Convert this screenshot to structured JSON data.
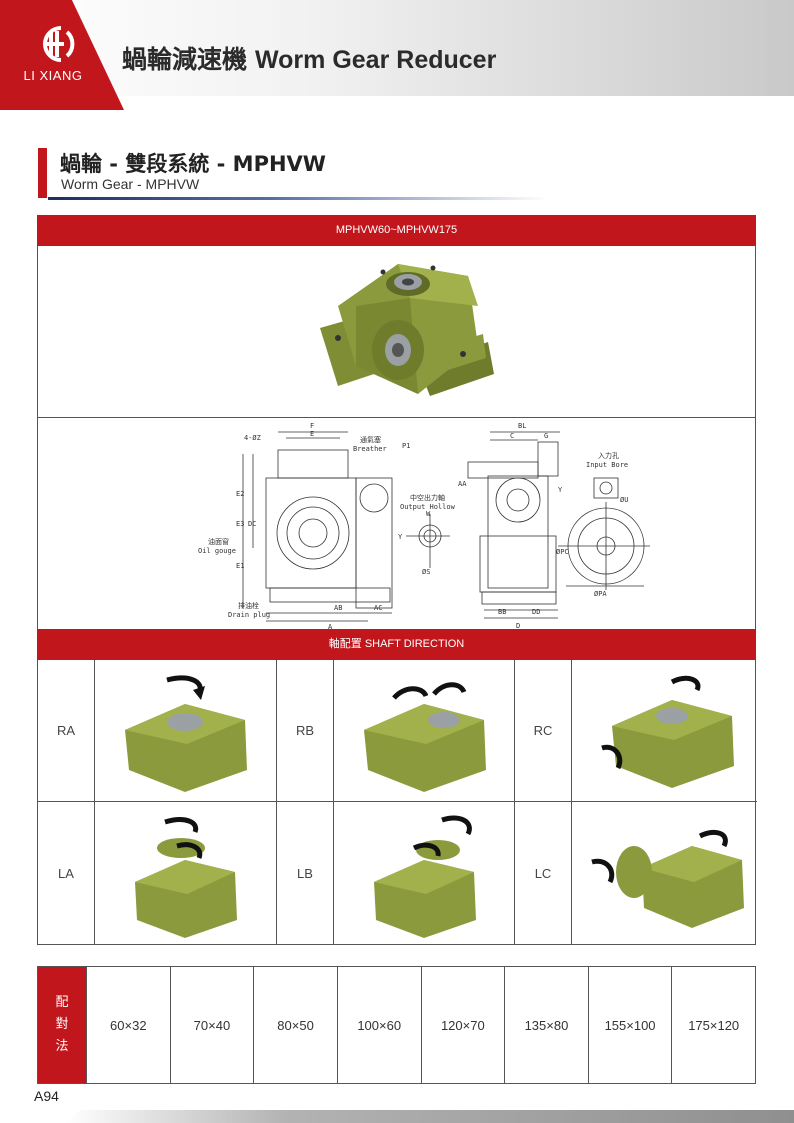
{
  "header": {
    "brand": "LI XIANG",
    "title_cn": "蝸輪減速機",
    "title_en": "Worm Gear Reducer"
  },
  "section": {
    "title": "蝸輪 - 雙段系統 - MPHVW",
    "subtitle": "Worm Gear - MPHVW"
  },
  "model_bar": "MPHVW60~MPHVW175",
  "drawing": {
    "labels": {
      "holes": "4-ØZ",
      "breather_cn": "通氣塞",
      "breather_en": "Breather",
      "oil_gauge_cn": "油面窗",
      "oil_gauge_en": "Oil gouge",
      "drain_cn": "排油栓",
      "drain_en": "Drain plug",
      "hollow_cn": "中空出力軸",
      "hollow_en": "Output Hollow",
      "input_cn": "入力孔",
      "input_en": "Input Bore",
      "F": "F",
      "E": "E",
      "E2": "E2",
      "E3": "E3",
      "E1": "E1",
      "DC": "DC",
      "P1": "P1",
      "AB": "AB",
      "A": "A",
      "AC": "AC",
      "BL": "BL",
      "C": "C",
      "G": "G",
      "AA": "AA",
      "BB": "BB",
      "DD": "DD",
      "D": "D",
      "OS": "ØS",
      "W": "W",
      "Y": "Y",
      "OU": "ØU",
      "OPC": "ØPC",
      "OPA": "ØPA"
    }
  },
  "shaft_bar": {
    "cn": "軸配置",
    "en": "SHAFT DIRECTION"
  },
  "shaft_directions": [
    "RA",
    "RB",
    "RC",
    "LA",
    "LB",
    "LC"
  ],
  "ratio_table": {
    "header": [
      "配",
      "對",
      "法"
    ],
    "values": [
      "60×32",
      "70×40",
      "80×50",
      "100×60",
      "120×70",
      "135×80",
      "155×100",
      "175×120"
    ]
  },
  "page_number": "A94",
  "colors": {
    "accent": "#c2161d",
    "housing": "#8c9a3e",
    "housing_dark": "#5f6b26"
  }
}
